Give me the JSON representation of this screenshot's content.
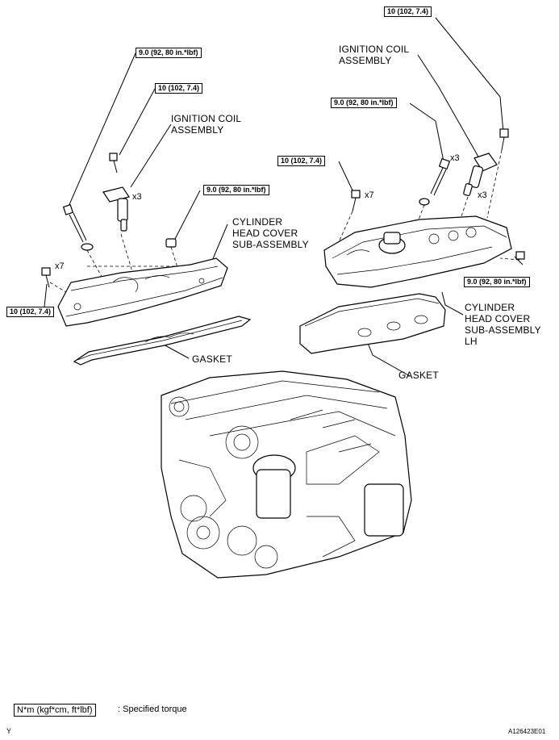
{
  "left": {
    "torque_top": "9.0 (92, 80 in.*lbf)",
    "torque_coil": "10 (102, 7.4)",
    "coil_label": "IGNITION COIL\nASSEMBLY",
    "coil_qty": "x3",
    "torque_mid": "9.0 (92, 80 in.*lbf)",
    "cover_label": "CYLINDER\nHEAD COVER\nSUB-ASSEMBLY",
    "bolt_qty": "x7",
    "torque_bolt": "10 (102, 7.4)",
    "gasket_label": "GASKET"
  },
  "right": {
    "torque_coil": "10 (102, 7.4)",
    "coil_label": "IGNITION COIL\nASSEMBLY",
    "torque_stud": "9.0 (92, 80 in.*lbf)",
    "stud_qty": "x3",
    "coil_qty": "x3",
    "torque_bolt": "10 (102, 7.4)",
    "bolt_qty": "x7",
    "torque_side": "9.0 (92, 80 in.*lbf)",
    "cover_label": "CYLINDER\nHEAD COVER\nSUB-ASSEMBLY\nLH",
    "gasket_label": "GASKET"
  },
  "legend": {
    "unit_box": "N*m (kgf*cm, ft*lbf)",
    "text": ": Specified torque"
  },
  "corner_letter": "Y",
  "figure_id": "A126423E01"
}
